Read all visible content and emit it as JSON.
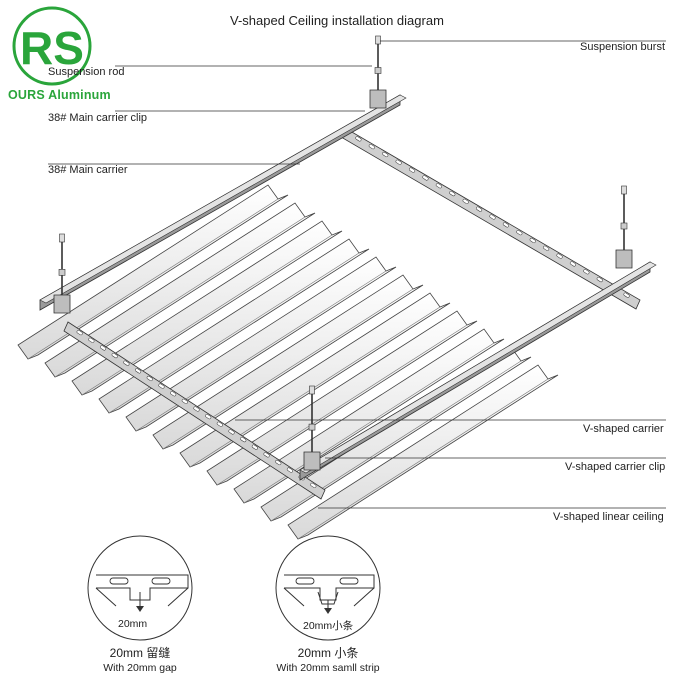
{
  "brand": {
    "logo_mark": "RS",
    "name": "OURS Aluminum",
    "color": "#2aa53b"
  },
  "diagram": {
    "title": "V-shaped Ceiling installation diagram",
    "labels": {
      "suspension_burst": "Suspension burst",
      "suspension_rod": "Suspension rod",
      "main_carrier_clip": "38# Main carrier clip",
      "main_carrier": "38# Main carrier",
      "v_carrier": "V-shaped carrier",
      "v_carrier_clip": "V-shaped carrier clip",
      "v_linear_ceiling": "V-shaped linear ceiling"
    }
  },
  "details": [
    {
      "width_label": "20mm",
      "caption_cn": "20mm  留缝",
      "caption_en": "With 20mm gap"
    },
    {
      "width_label": "20mm小条",
      "caption_cn": "20mm  小条",
      "caption_en": "With 20mm samll strip"
    }
  ]
}
